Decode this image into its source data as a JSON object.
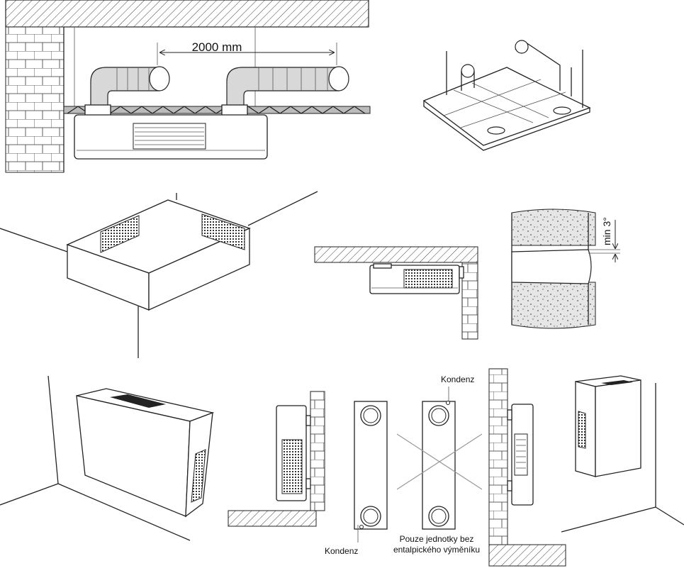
{
  "labels": {
    "distance": "2000 mm",
    "angle": "min 3°",
    "kondenz_left": "Kondenz",
    "kondenz_right": "Kondenz",
    "note_line1": "Pouze jednotky bez",
    "note_line2": "entalpického výměníku"
  }
}
